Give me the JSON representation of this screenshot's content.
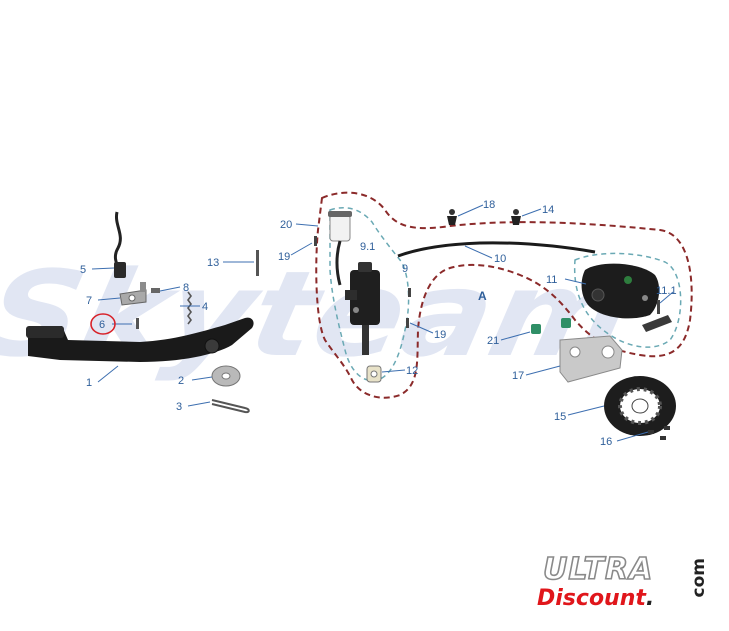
{
  "watermark": "Skyteam",
  "region_label": "A",
  "brand": {
    "line1": "ULTRA",
    "line2": "Discount",
    "suffix": "com"
  },
  "callouts": {
    "c1": "1",
    "c2": "2",
    "c3": "3",
    "c4": "4",
    "c5": "5",
    "c6": "6",
    "c7": "7",
    "c8": "8",
    "c9": "9",
    "c9_1": "9.1",
    "c10": "10",
    "c11": "11",
    "c11_1": "11.1",
    "c12": "12",
    "c13": "13",
    "c14": "14",
    "c15": "15",
    "c16": "16",
    "c17": "17",
    "c18": "18",
    "c19a": "19",
    "c19b": "19",
    "c20": "20",
    "c21": "21"
  },
  "colors": {
    "callout": "#2f5f9a",
    "highlight_ring": "#d8232a",
    "hose_outline_red": "#8b2a2a",
    "hose_outline_teal": "#6aa9b4"
  }
}
